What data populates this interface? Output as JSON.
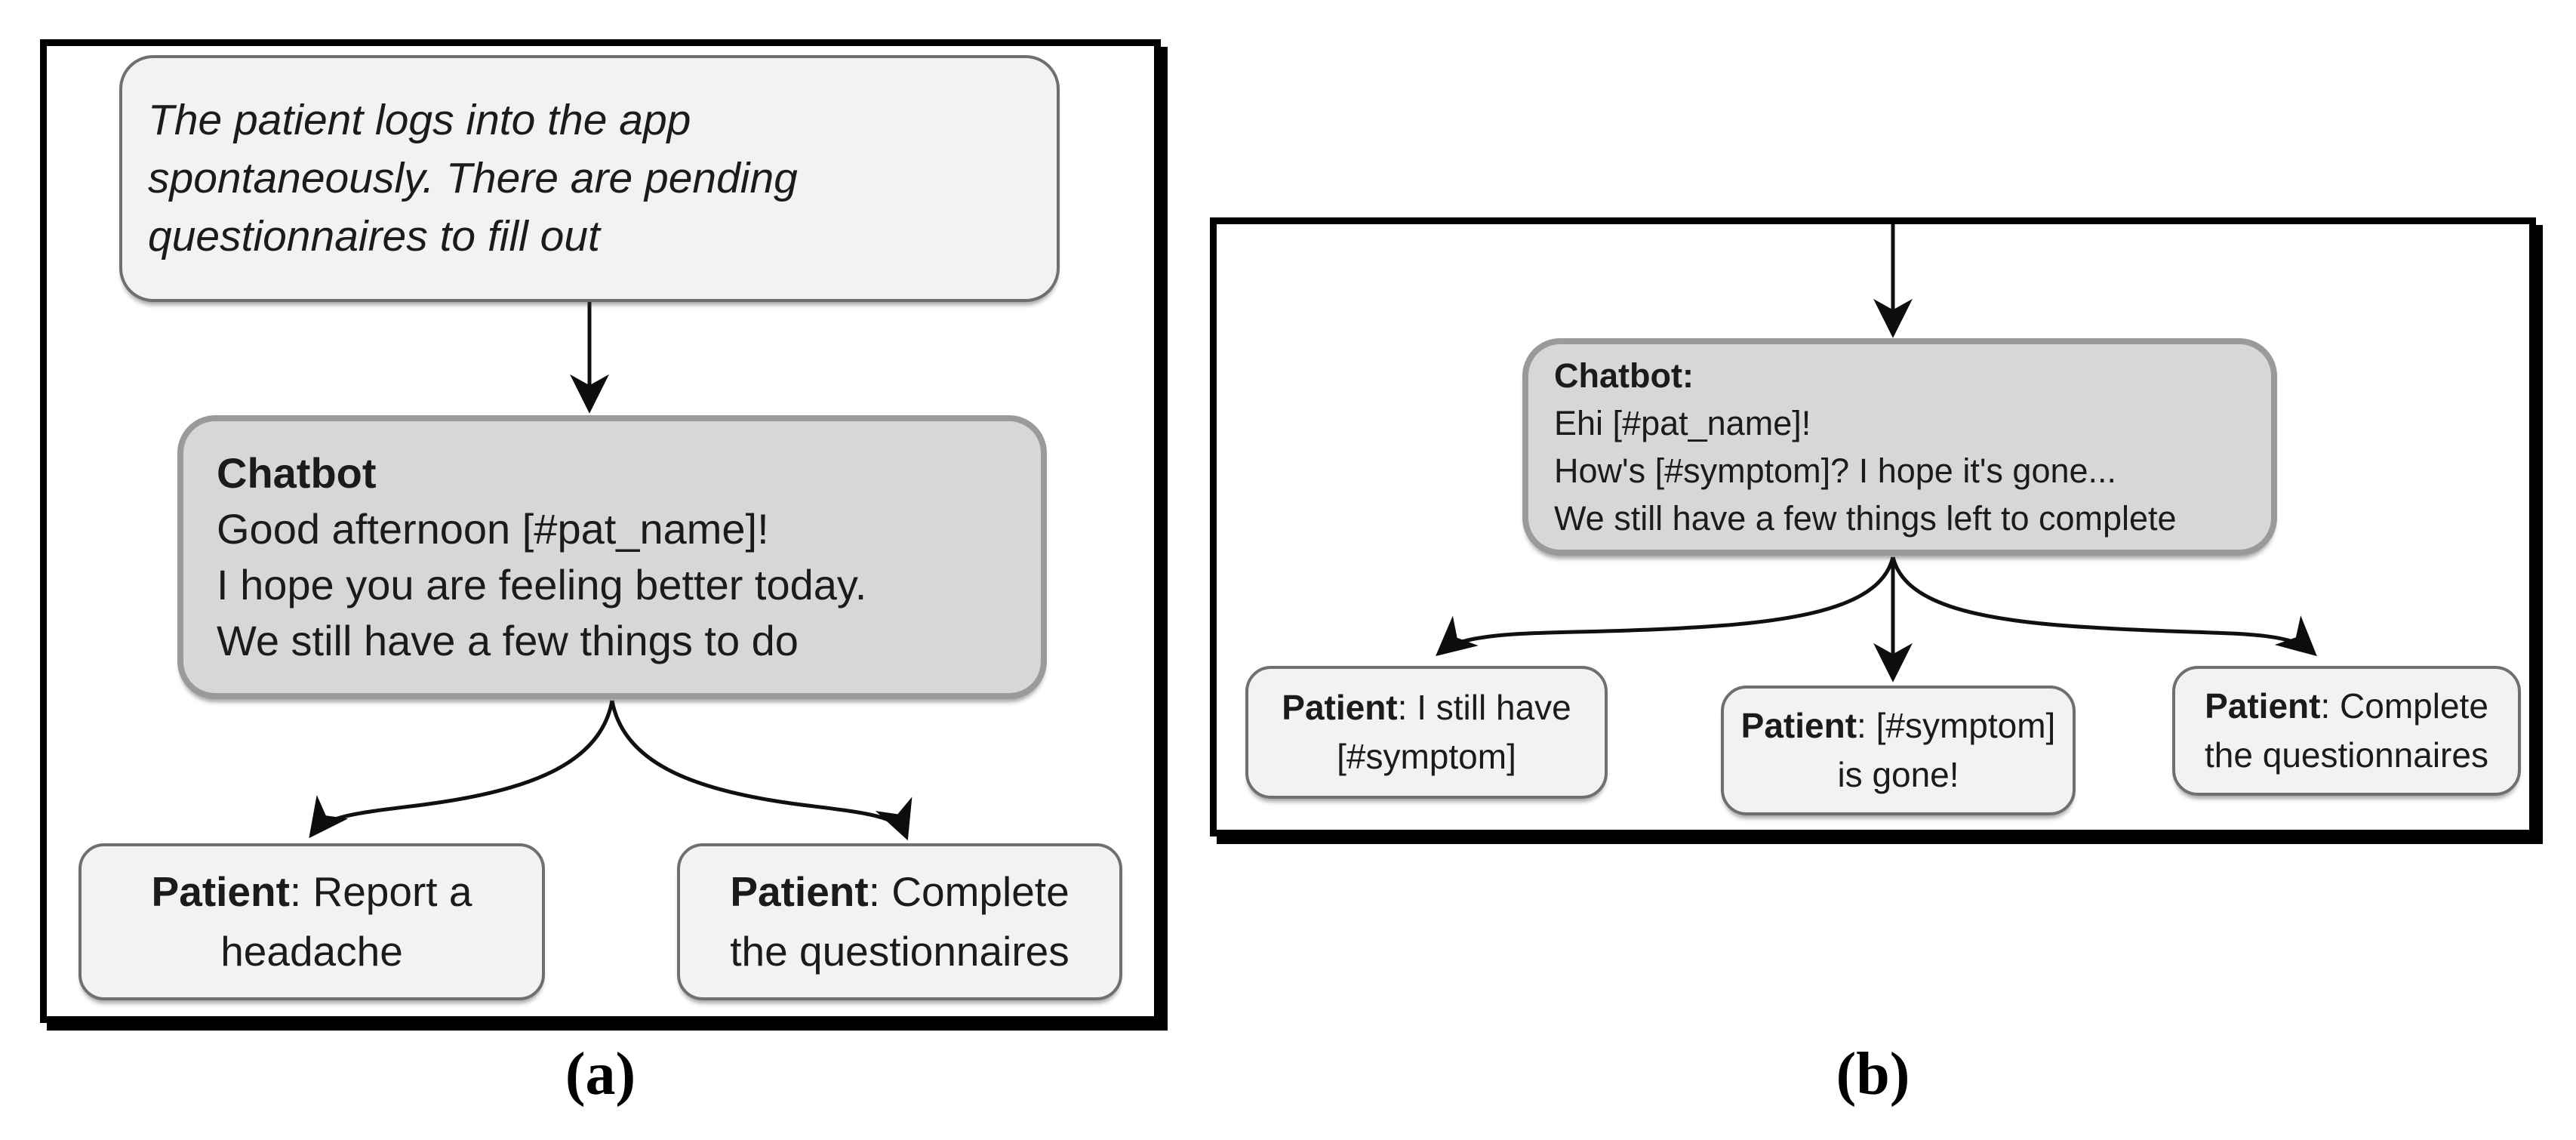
{
  "figure": {
    "panel_a": {
      "caption": "(a)",
      "narration": {
        "line1": "The patient logs into the app",
        "line2": "spontaneously. There are pending",
        "line3": "questionnaires to fill out"
      },
      "chatbot": {
        "speaker": "Chatbot",
        "line1": "Good afternoon [#pat_name]!",
        "line2": "I hope you are feeling better today.",
        "line3": "We still have a few things to do"
      },
      "options": [
        {
          "speaker": "Patient",
          "line1_rest": ": Report a",
          "line2": "headache"
        },
        {
          "speaker": "Patient",
          "line1_rest": ": Complete",
          "line2": "the questionnaires"
        }
      ]
    },
    "panel_b": {
      "caption": "(b)",
      "chatbot": {
        "speaker": "Chatbot:",
        "line1": "Ehi [#pat_name]!",
        "line2": "How's [#symptom]? I hope it's gone...",
        "line3": "We still have a few things left to complete"
      },
      "options": [
        {
          "speaker": "Patient",
          "line1_rest": ": I still have",
          "line2": "[#symptom]"
        },
        {
          "speaker": "Patient",
          "line1_rest": ": [#symptom]",
          "line2": "is gone!"
        },
        {
          "speaker": "Patient",
          "line1_rest": ": Complete",
          "line2": "the questionnaires"
        }
      ]
    },
    "colors": {
      "panel_border": "#000000",
      "narration_fill": "#f2f2f2",
      "patient_fill": "#f2f2f2",
      "chatbot_fill": "#d7d7d7",
      "light_box_border": "#6f6f6f",
      "chatbot_box_border": "#9a9a9a",
      "arrow": "#101010",
      "text": "#1b1b1b"
    }
  }
}
